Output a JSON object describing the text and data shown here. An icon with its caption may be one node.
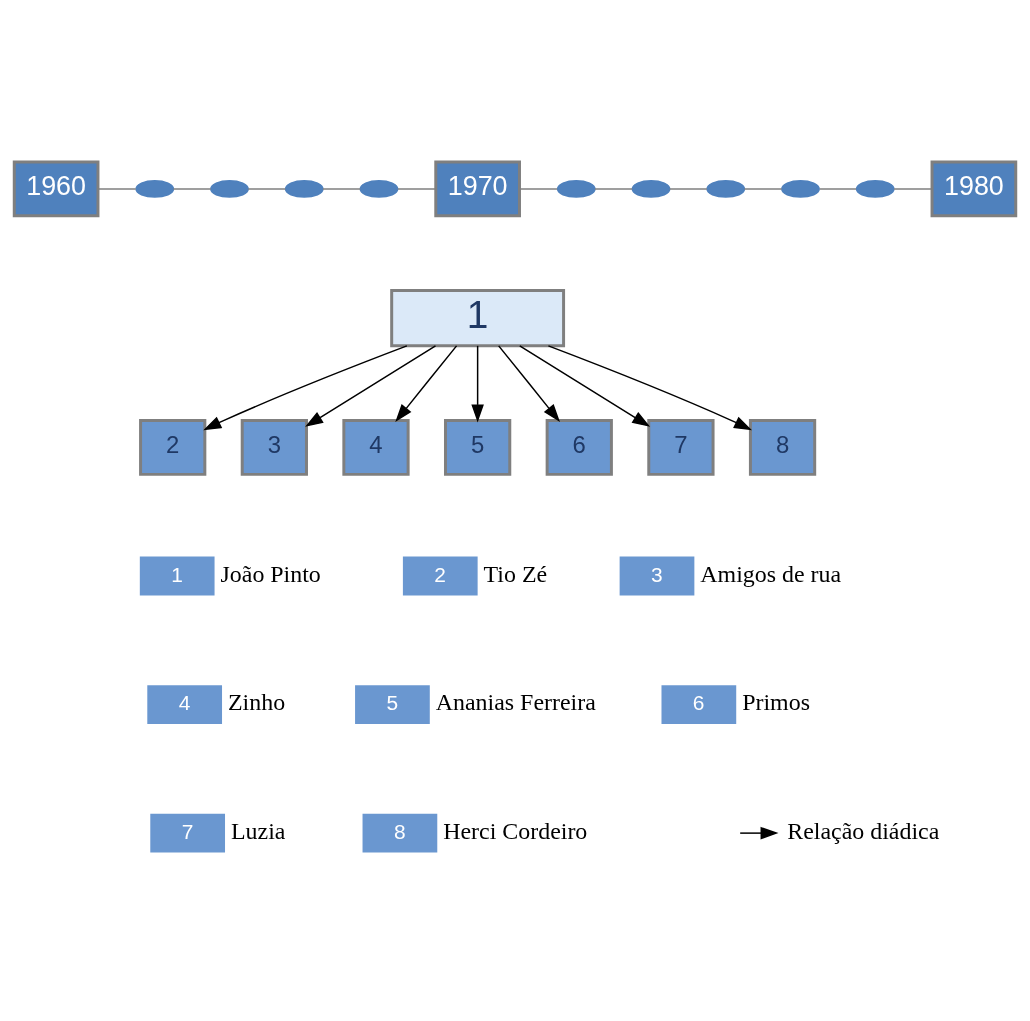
{
  "diagram": {
    "nodes": [
      {
        "text": [
          "1960"
        ]
      },
      {
        "text": [],
        "shape": "ellipse"
      },
      {
        "text": [],
        "shape": "ellipse"
      },
      {
        "text": [],
        "shape": "ellipse"
      },
      {
        "text": [],
        "shape": "ellipse"
      },
      {
        "text": [
          "1970"
        ]
      },
      {
        "text": [],
        "shape": "ellipse"
      },
      {
        "text": [],
        "shape": "ellipse"
      },
      {
        "text": [],
        "shape": "ellipse"
      },
      {
        "text": [],
        "shape": "ellipse"
      },
      {
        "text": [],
        "shape": "ellipse"
      },
      {
        "text": [
          "1980"
        ]
      },
      {
        "text": [
          "1"
        ]
      },
      {
        "text": [
          "2"
        ]
      },
      {
        "text": [
          "3"
        ]
      },
      {
        "text": [
          "4"
        ]
      },
      {
        "text": [
          "5"
        ]
      },
      {
        "text": [
          "6"
        ]
      },
      {
        "text": [
          "7"
        ]
      },
      {
        "text": [
          "8"
        ]
      },
      {
        "text": [
          "1"
        ],
        "beside": [
          "João Pinto"
        ]
      },
      {
        "text": [
          "2"
        ],
        "beside": [
          "Tio Zé"
        ]
      },
      {
        "text": [
          "3"
        ],
        "beside": [
          "Amigos de rua"
        ]
      },
      {
        "text": [
          "4"
        ],
        "beside": [
          "Zinho"
        ]
      },
      {
        "text": [
          "5"
        ],
        "beside": [
          "Ananias Ferreira"
        ]
      },
      {
        "text": [
          "6"
        ],
        "beside": [
          "Primos"
        ]
      },
      {
        "text": [
          "7"
        ],
        "beside": [
          "Luzia"
        ]
      },
      {
        "text": [
          "8"
        ],
        "beside": [
          "Herci Cordeiro"
        ]
      }
    ],
    "edges": [
      {
        "from": 0,
        "to": 1,
        "arrow": "none",
        "color": "#7f7f7f"
      },
      {
        "from": 1,
        "to": 2,
        "arrow": "none",
        "color": "#7f7f7f"
      },
      {
        "from": 2,
        "to": 3,
        "arrow": "none",
        "color": "#7f7f7f"
      },
      {
        "from": 3,
        "to": 4,
        "arrow": "none",
        "color": "#7f7f7f"
      },
      {
        "from": 4,
        "to": 5,
        "arrow": "none",
        "color": "#7f7f7f"
      },
      {
        "from": 5,
        "to": 6,
        "arrow": "none",
        "color": "#7f7f7f"
      },
      {
        "from": 6,
        "to": 7,
        "arrow": "none",
        "color": "#7f7f7f"
      },
      {
        "from": 7,
        "to": 8,
        "arrow": "none",
        "color": "#7f7f7f"
      },
      {
        "from": 8,
        "to": 9,
        "arrow": "none",
        "color": "#7f7f7f"
      },
      {
        "from": 9,
        "to": 10,
        "arrow": "none",
        "color": "#7f7f7f"
      },
      {
        "from": 10,
        "to": 11,
        "arrow": "none",
        "color": "#7f7f7f"
      },
      {
        "from": 12,
        "to": 13,
        "arrow": "to",
        "color": "#000000"
      },
      {
        "from": 12,
        "to": 14,
        "arrow": "to",
        "color": "#000000"
      },
      {
        "from": 12,
        "to": 15,
        "arrow": "to",
        "color": "#000000"
      },
      {
        "from": 12,
        "to": 16,
        "arrow": "to",
        "color": "#000000"
      },
      {
        "from": 12,
        "to": 17,
        "arrow": "to",
        "color": "#000000"
      },
      {
        "from": 12,
        "to": 18,
        "arrow": "to",
        "color": "#000000"
      },
      {
        "from": 12,
        "to": 19,
        "arrow": "to",
        "color": "#000000"
      }
    ],
    "legend": [
      {
        "text": "Relação diádica"
      }
    ]
  }
}
